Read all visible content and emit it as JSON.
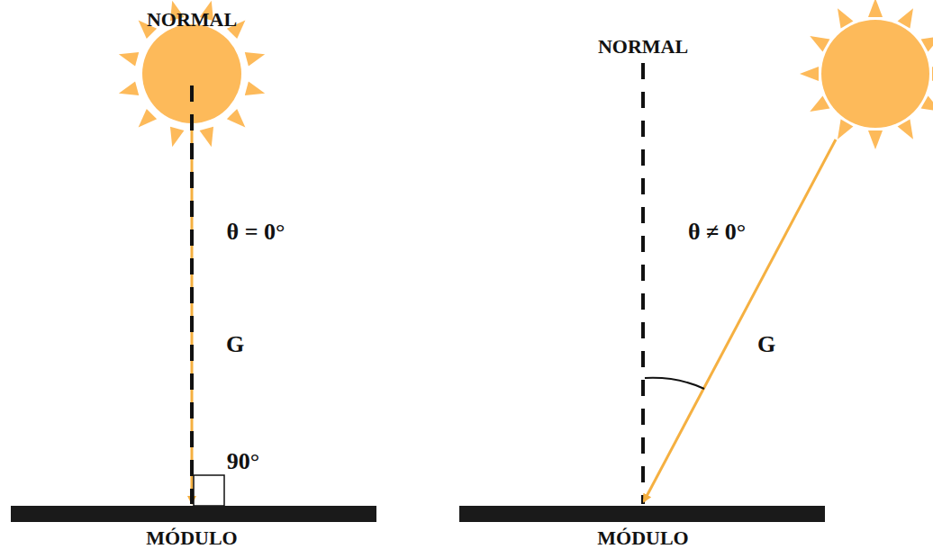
{
  "diagram": {
    "labels": [
      "NORMAL",
      "θ = 0°",
      "G",
      "90°",
      "MÓDULO",
      "NORMAL",
      "θ ≠ 0°",
      "G",
      "MÓDULO"
    ]
  }
}
